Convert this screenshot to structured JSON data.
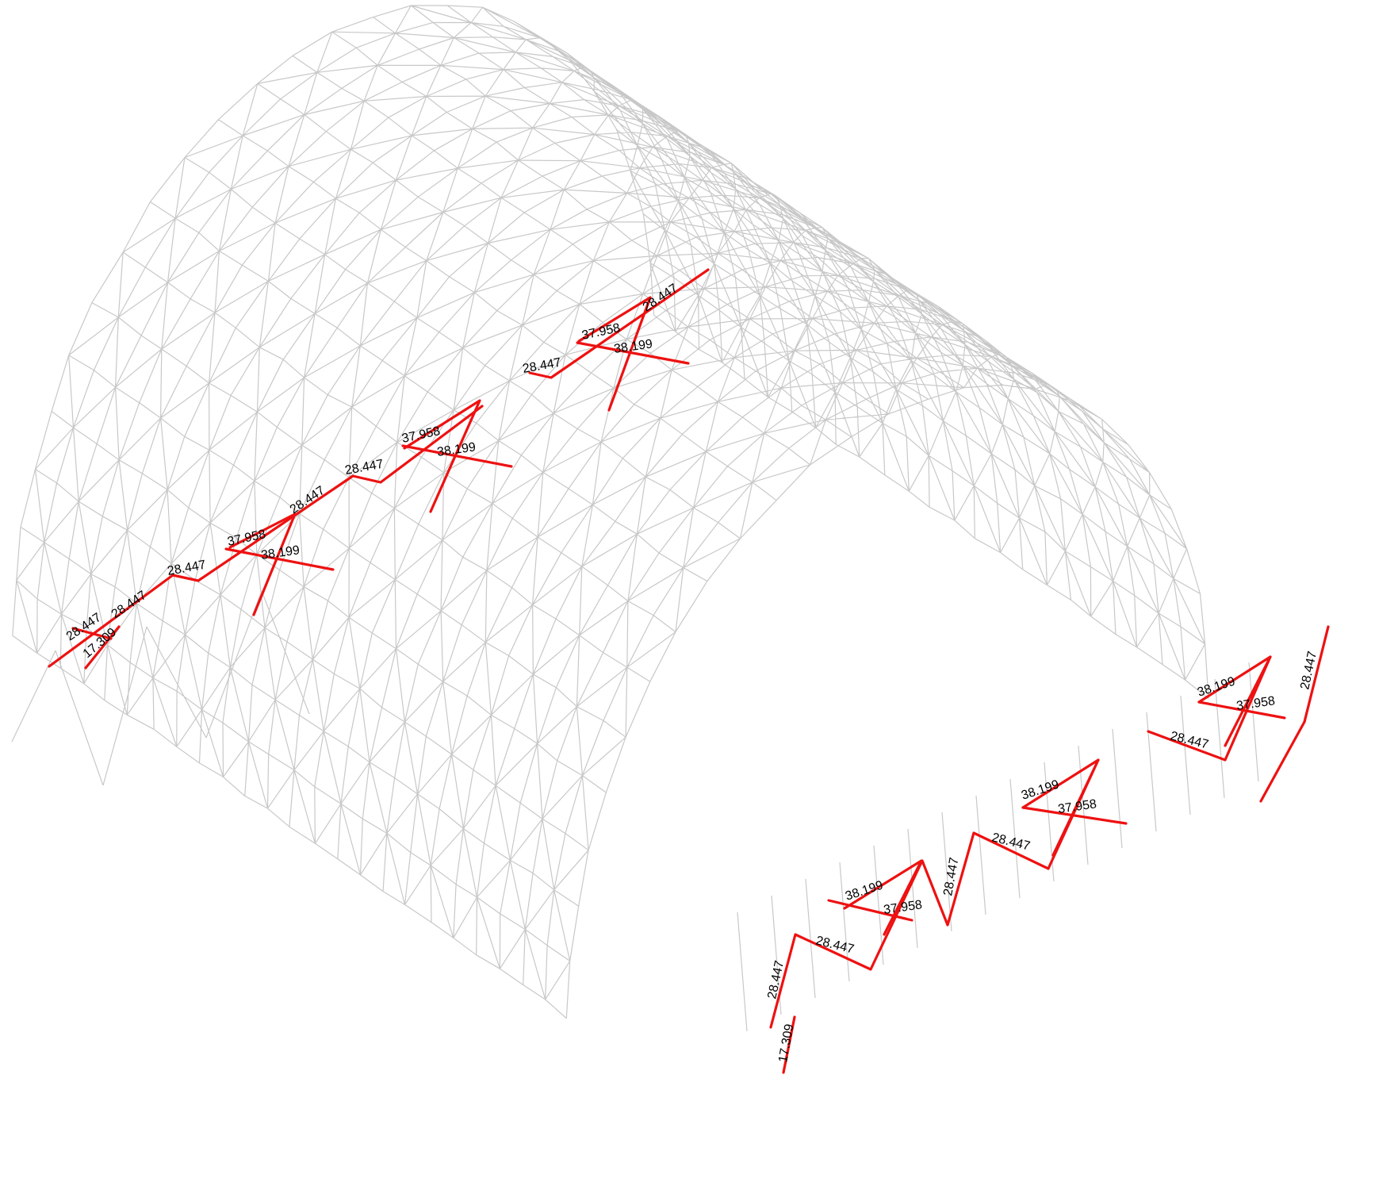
{
  "colors": {
    "background": "#ffffff",
    "mesh": "#c8c8c8",
    "highlight": "#ee1111",
    "label": "#000000"
  },
  "labels": {
    "d1": "28.447",
    "d2": "37.958",
    "d3": "38.199",
    "d4": "17.309"
  }
}
